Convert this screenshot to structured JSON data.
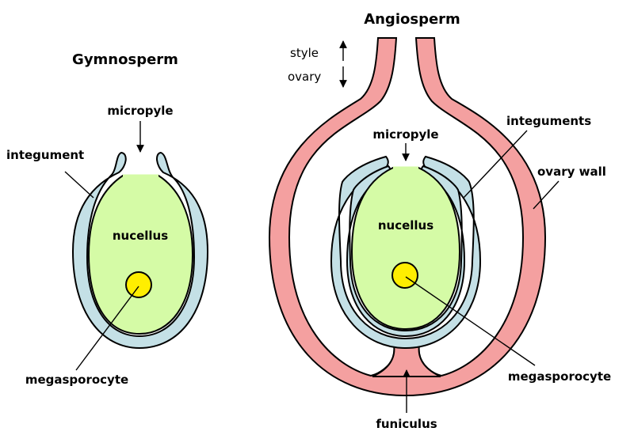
{
  "gymnosperm": {
    "title": "Gymnosperm",
    "labels": {
      "micropyle": "micropyle",
      "integument": "integument",
      "nucellus": "nucellus",
      "megasporocyte": "megasporocyte"
    }
  },
  "angiosperm": {
    "title": "Angiosperm",
    "labels": {
      "style": "style",
      "ovary": "ovary",
      "micropyle": "micropyle",
      "integuments": "integuments",
      "ovary_wall": "ovary wall",
      "nucellus": "nucellus",
      "megasporocyte": "megasporocyte",
      "funiculus": "funiculus"
    }
  },
  "colors": {
    "integument": "#c4e0e6",
    "nucellus": "#d5fba6",
    "megasporocyte": "#ffee00",
    "ovary_wall": "#f4a0a0",
    "outline": "#000000"
  }
}
